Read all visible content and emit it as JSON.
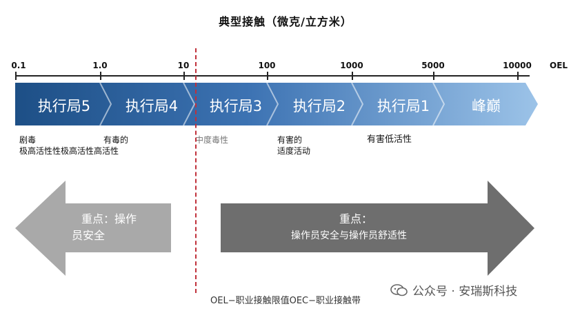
{
  "title": "典型接触（微克/立方米）",
  "scale": {
    "ticks": [
      "0.1",
      "1.0",
      "10",
      "100",
      "1000",
      "5000",
      "10000"
    ],
    "unit_label": "OEL"
  },
  "bands": [
    "执行局5",
    "执行局4",
    "执行局3",
    "执行局2",
    "执行局1",
    "峰巅"
  ],
  "categories": {
    "c1_line1": "剧毒",
    "c1_line2": "极高活性性极高活性高活性",
    "c2": "有毒的",
    "c3": "中度毒性",
    "c4_line1": "有害的",
    "c4_line2": "适度活动",
    "c5": "有害低活性"
  },
  "arrows": {
    "left_line1": "重点：操作",
    "left_line2": "员安全",
    "right_line1": "重点：",
    "right_line2": "操作员安全与操作员舒适性"
  },
  "footer": "OEL−职业接触限值OEC−职业接触带",
  "watermark": "公众号 · 安瑞斯科技",
  "colors": {
    "band_dark": "#1d4f86",
    "band_light": "#8fb9e2",
    "arrow_left": "#a9a9a9",
    "arrow_right": "#6e6e6e",
    "divider": "#c0303a"
  }
}
